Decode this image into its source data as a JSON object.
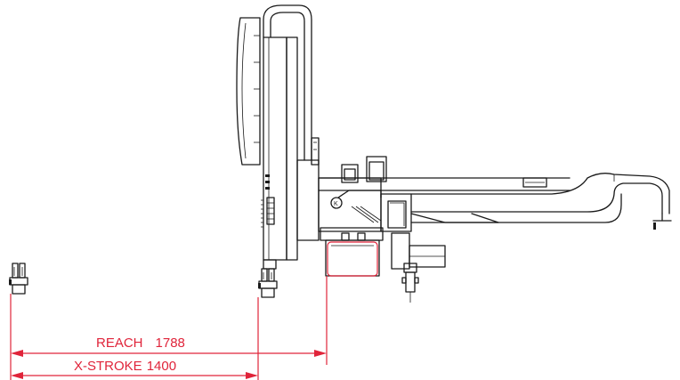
{
  "dimensions": {
    "reach": {
      "label": "REACH",
      "value": "1788"
    },
    "x_stroke": {
      "label": "X-STROKE",
      "value": "1400"
    }
  },
  "colors": {
    "dimension_lines": "#e0243a",
    "drawing_lines": "#1a1a1a",
    "background": "#ffffff"
  }
}
